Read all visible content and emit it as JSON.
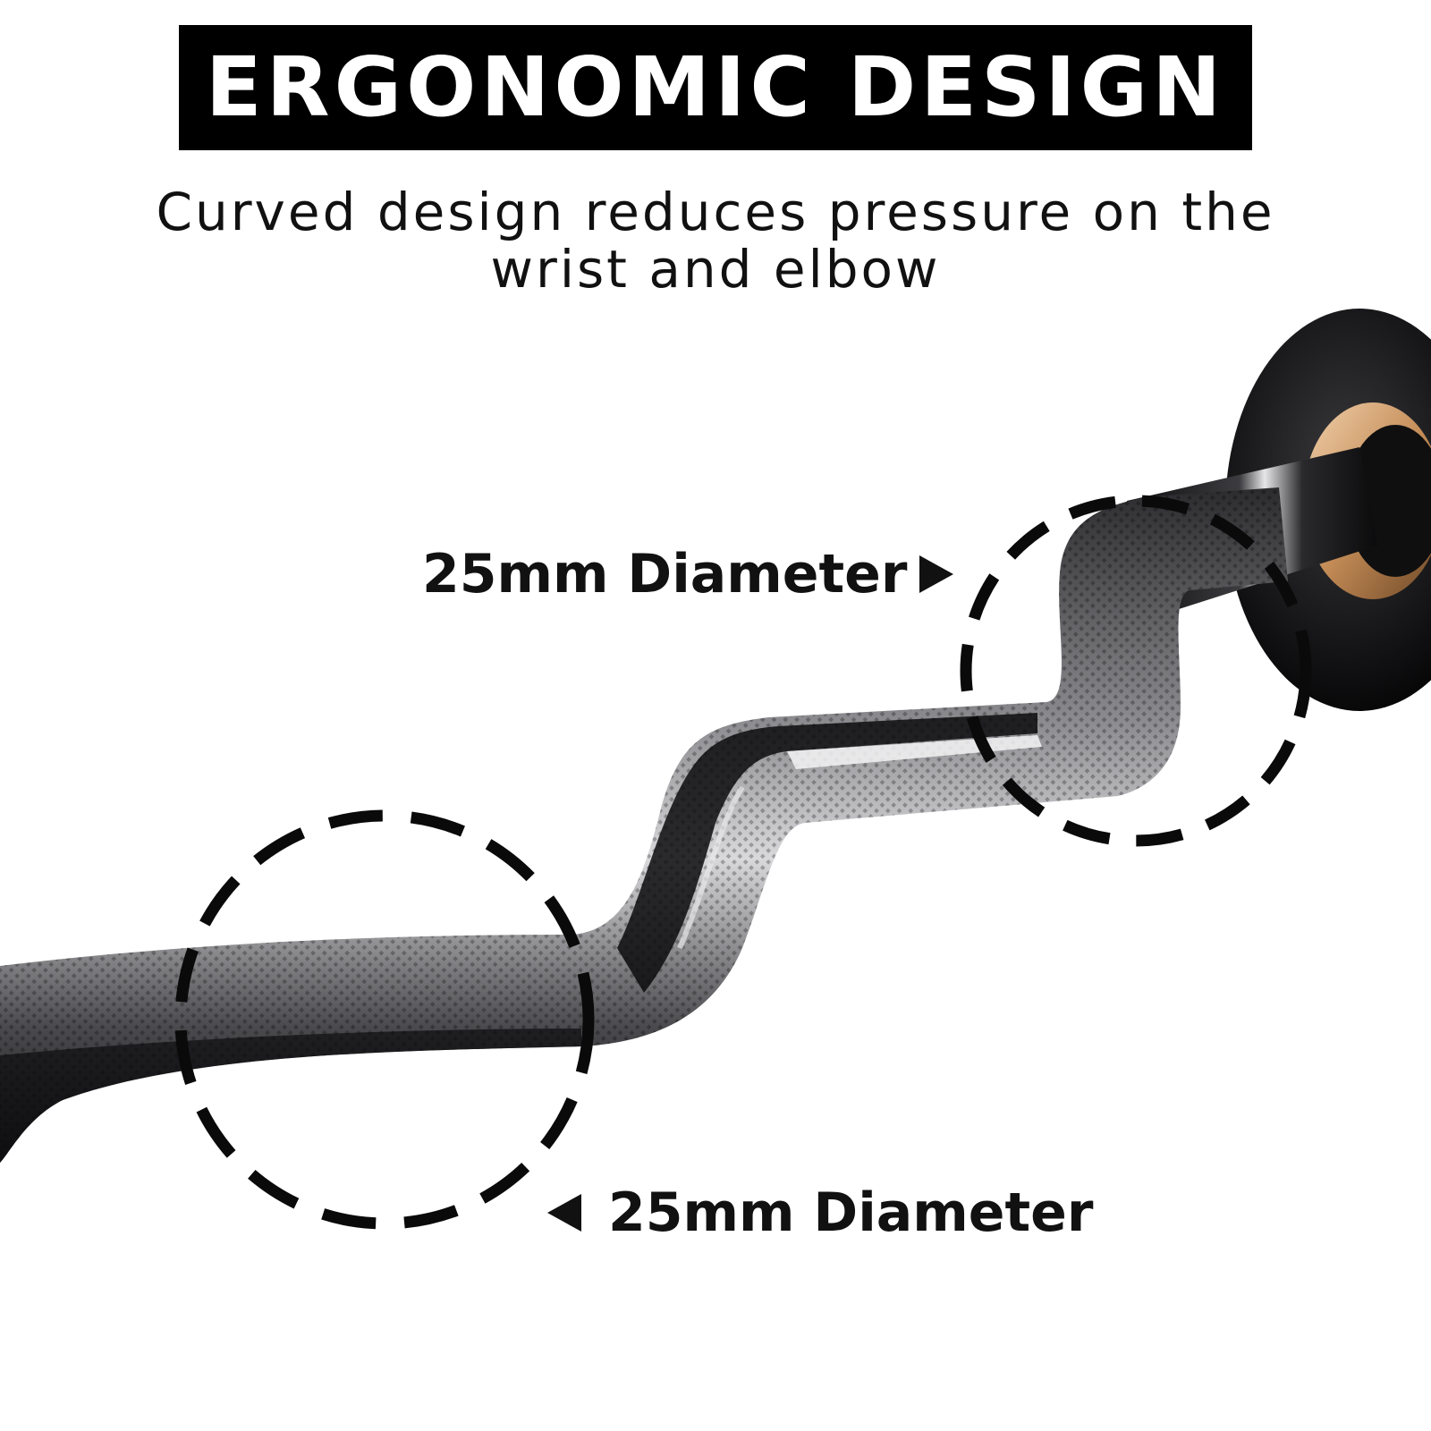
{
  "title": "ERGONOMIC DESIGN",
  "subtitle_line1": "Curved design reduces pressure on the",
  "subtitle_line2": "wrist and elbow",
  "callouts": {
    "top": {
      "label": "25mm Diameter",
      "arrow_icon": "triangle-right-icon"
    },
    "bottom": {
      "label": "25mm Diameter",
      "arrow_icon": "triangle-left-icon"
    }
  },
  "colors": {
    "banner_background": "#000000",
    "banner_text": "#ffffff",
    "text": "#111111",
    "bar_dark": "#1a1a1c",
    "bar_light": "#c9c9cc",
    "bushing": "#c9996b"
  }
}
